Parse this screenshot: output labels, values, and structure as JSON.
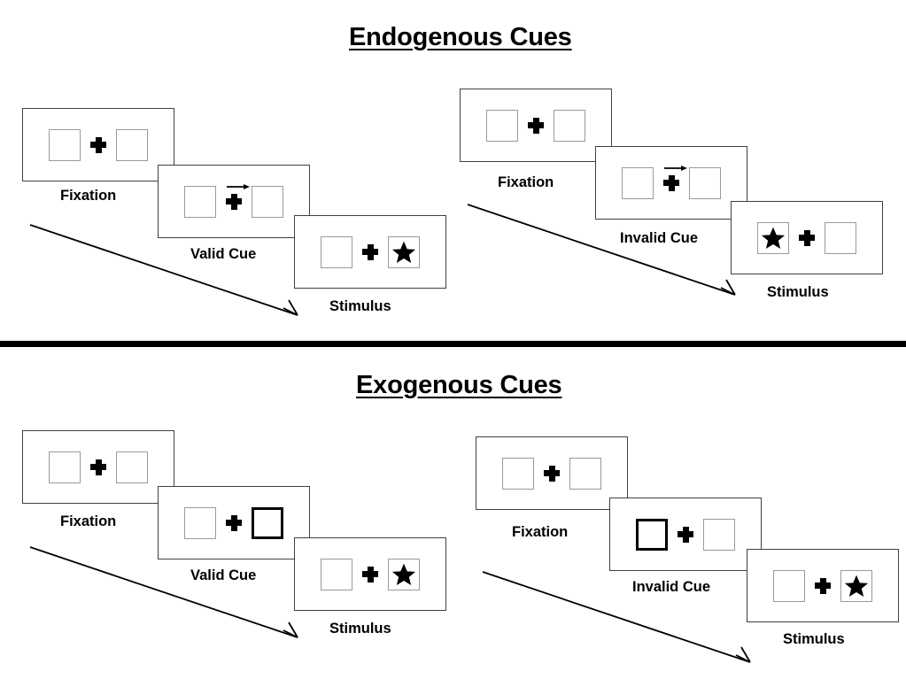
{
  "figure": {
    "sections": [
      {
        "id": "endogenous",
        "title": "Endogenous Cues",
        "sequences": [
          {
            "id": "endogenous-valid",
            "frames": [
              {
                "label": "Fixation",
                "cue_type": "none",
                "cue_side": "none",
                "stimulus_side": "none",
                "left_box": "empty",
                "right_box": "empty"
              },
              {
                "label": "Valid Cue",
                "cue_type": "arrow",
                "cue_side": "right",
                "stimulus_side": "none",
                "left_box": "empty",
                "right_box": "empty"
              },
              {
                "label": "Stimulus",
                "cue_type": "none",
                "cue_side": "none",
                "stimulus_side": "right",
                "left_box": "empty",
                "right_box": "star"
              }
            ]
          },
          {
            "id": "endogenous-invalid",
            "frames": [
              {
                "label": "Fixation",
                "cue_type": "none",
                "cue_side": "none",
                "stimulus_side": "none",
                "left_box": "empty",
                "right_box": "empty"
              },
              {
                "label": "Invalid Cue",
                "cue_type": "arrow",
                "cue_side": "right",
                "stimulus_side": "none",
                "left_box": "empty",
                "right_box": "empty"
              },
              {
                "label": "Stimulus",
                "cue_type": "none",
                "cue_side": "none",
                "stimulus_side": "left",
                "left_box": "star",
                "right_box": "empty"
              }
            ]
          }
        ]
      },
      {
        "id": "exogenous",
        "title": "Exogenous Cues",
        "sequences": [
          {
            "id": "exogenous-valid",
            "frames": [
              {
                "label": "Fixation",
                "cue_type": "none",
                "cue_side": "none",
                "stimulus_side": "none",
                "left_box": "empty",
                "right_box": "empty"
              },
              {
                "label": "Valid Cue",
                "cue_type": "box-highlight",
                "cue_side": "right",
                "stimulus_side": "none",
                "left_box": "empty",
                "right_box": "highlighted"
              },
              {
                "label": "Stimulus",
                "cue_type": "none",
                "cue_side": "none",
                "stimulus_side": "right",
                "left_box": "empty",
                "right_box": "star"
              }
            ]
          },
          {
            "id": "exogenous-invalid",
            "frames": [
              {
                "label": "Fixation",
                "cue_type": "none",
                "cue_side": "none",
                "stimulus_side": "none",
                "left_box": "empty",
                "right_box": "empty"
              },
              {
                "label": "Invalid Cue",
                "cue_type": "box-highlight",
                "cue_side": "left",
                "stimulus_side": "none",
                "left_box": "highlighted",
                "right_box": "empty"
              },
              {
                "label": "Stimulus",
                "cue_type": "none",
                "cue_side": "none",
                "stimulus_side": "right",
                "left_box": "empty",
                "right_box": "star"
              }
            ]
          }
        ]
      }
    ],
    "colors": {
      "text": "#000000",
      "frame_border": "#404040",
      "box_border": "#9a9a9a",
      "cue_border": "#000000",
      "stimulus_fill": "#000000",
      "divider": "#000000",
      "background": "#ffffff"
    },
    "icons": {
      "fixation_cross": "plus-cross-icon",
      "arrow_cue": "right-arrow-cue-icon",
      "stimulus": "star-icon",
      "flow": "diagonal-flow-arrow-icon"
    }
  }
}
